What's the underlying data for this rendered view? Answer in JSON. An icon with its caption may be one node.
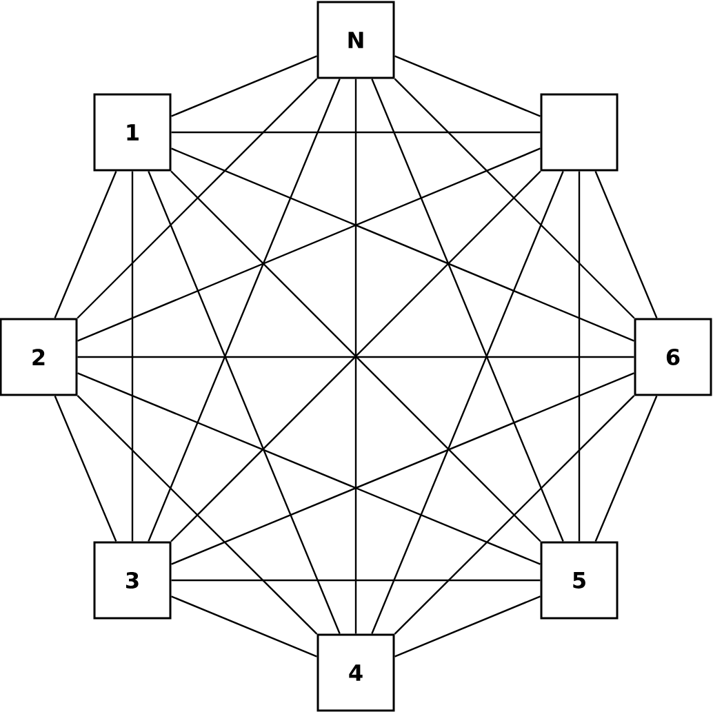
{
  "diagram": {
    "nodes": [
      {
        "text": [
          "N"
        ]
      },
      {
        "text": [
          "1"
        ]
      },
      {
        "text": [],
        "shape": "box"
      },
      {
        "text": [
          "2"
        ]
      },
      {
        "text": [
          "6"
        ]
      },
      {
        "text": [
          "3"
        ]
      },
      {
        "text": [
          "5"
        ]
      },
      {
        "text": [
          "4"
        ]
      }
    ],
    "edges": [
      {
        "from": 0,
        "to": 1,
        "arrow": "none"
      },
      {
        "from": 0,
        "to": 2,
        "arrow": "none"
      },
      {
        "from": 0,
        "to": 3,
        "arrow": "none"
      },
      {
        "from": 0,
        "to": 4,
        "arrow": "none"
      },
      {
        "from": 0,
        "to": 5,
        "arrow": "none"
      },
      {
        "from": 0,
        "to": 6,
        "arrow": "none"
      },
      {
        "from": 0,
        "to": 7,
        "arrow": "none"
      },
      {
        "from": 1,
        "to": 2,
        "arrow": "none"
      },
      {
        "from": 1,
        "to": 3,
        "arrow": "none"
      },
      {
        "from": 1,
        "to": 4,
        "arrow": "none"
      },
      {
        "from": 1,
        "to": 5,
        "arrow": "none"
      },
      {
        "from": 1,
        "to": 6,
        "arrow": "none"
      },
      {
        "from": 1,
        "to": 7,
        "arrow": "none"
      },
      {
        "from": 2,
        "to": 3,
        "arrow": "none"
      },
      {
        "from": 2,
        "to": 4,
        "arrow": "none"
      },
      {
        "from": 2,
        "to": 5,
        "arrow": "none"
      },
      {
        "from": 2,
        "to": 6,
        "arrow": "none"
      },
      {
        "from": 2,
        "to": 7,
        "arrow": "none"
      },
      {
        "from": 3,
        "to": 4,
        "arrow": "none"
      },
      {
        "from": 3,
        "to": 5,
        "arrow": "none"
      },
      {
        "from": 3,
        "to": 6,
        "arrow": "none"
      },
      {
        "from": 3,
        "to": 7,
        "arrow": "none"
      },
      {
        "from": 4,
        "to": 5,
        "arrow": "none"
      },
      {
        "from": 4,
        "to": 6,
        "arrow": "none"
      },
      {
        "from": 4,
        "to": 7,
        "arrow": "none"
      },
      {
        "from": 5,
        "to": 6,
        "arrow": "none"
      },
      {
        "from": 5,
        "to": 7,
        "arrow": "none"
      },
      {
        "from": 6,
        "to": 7,
        "arrow": "none"
      }
    ]
  }
}
